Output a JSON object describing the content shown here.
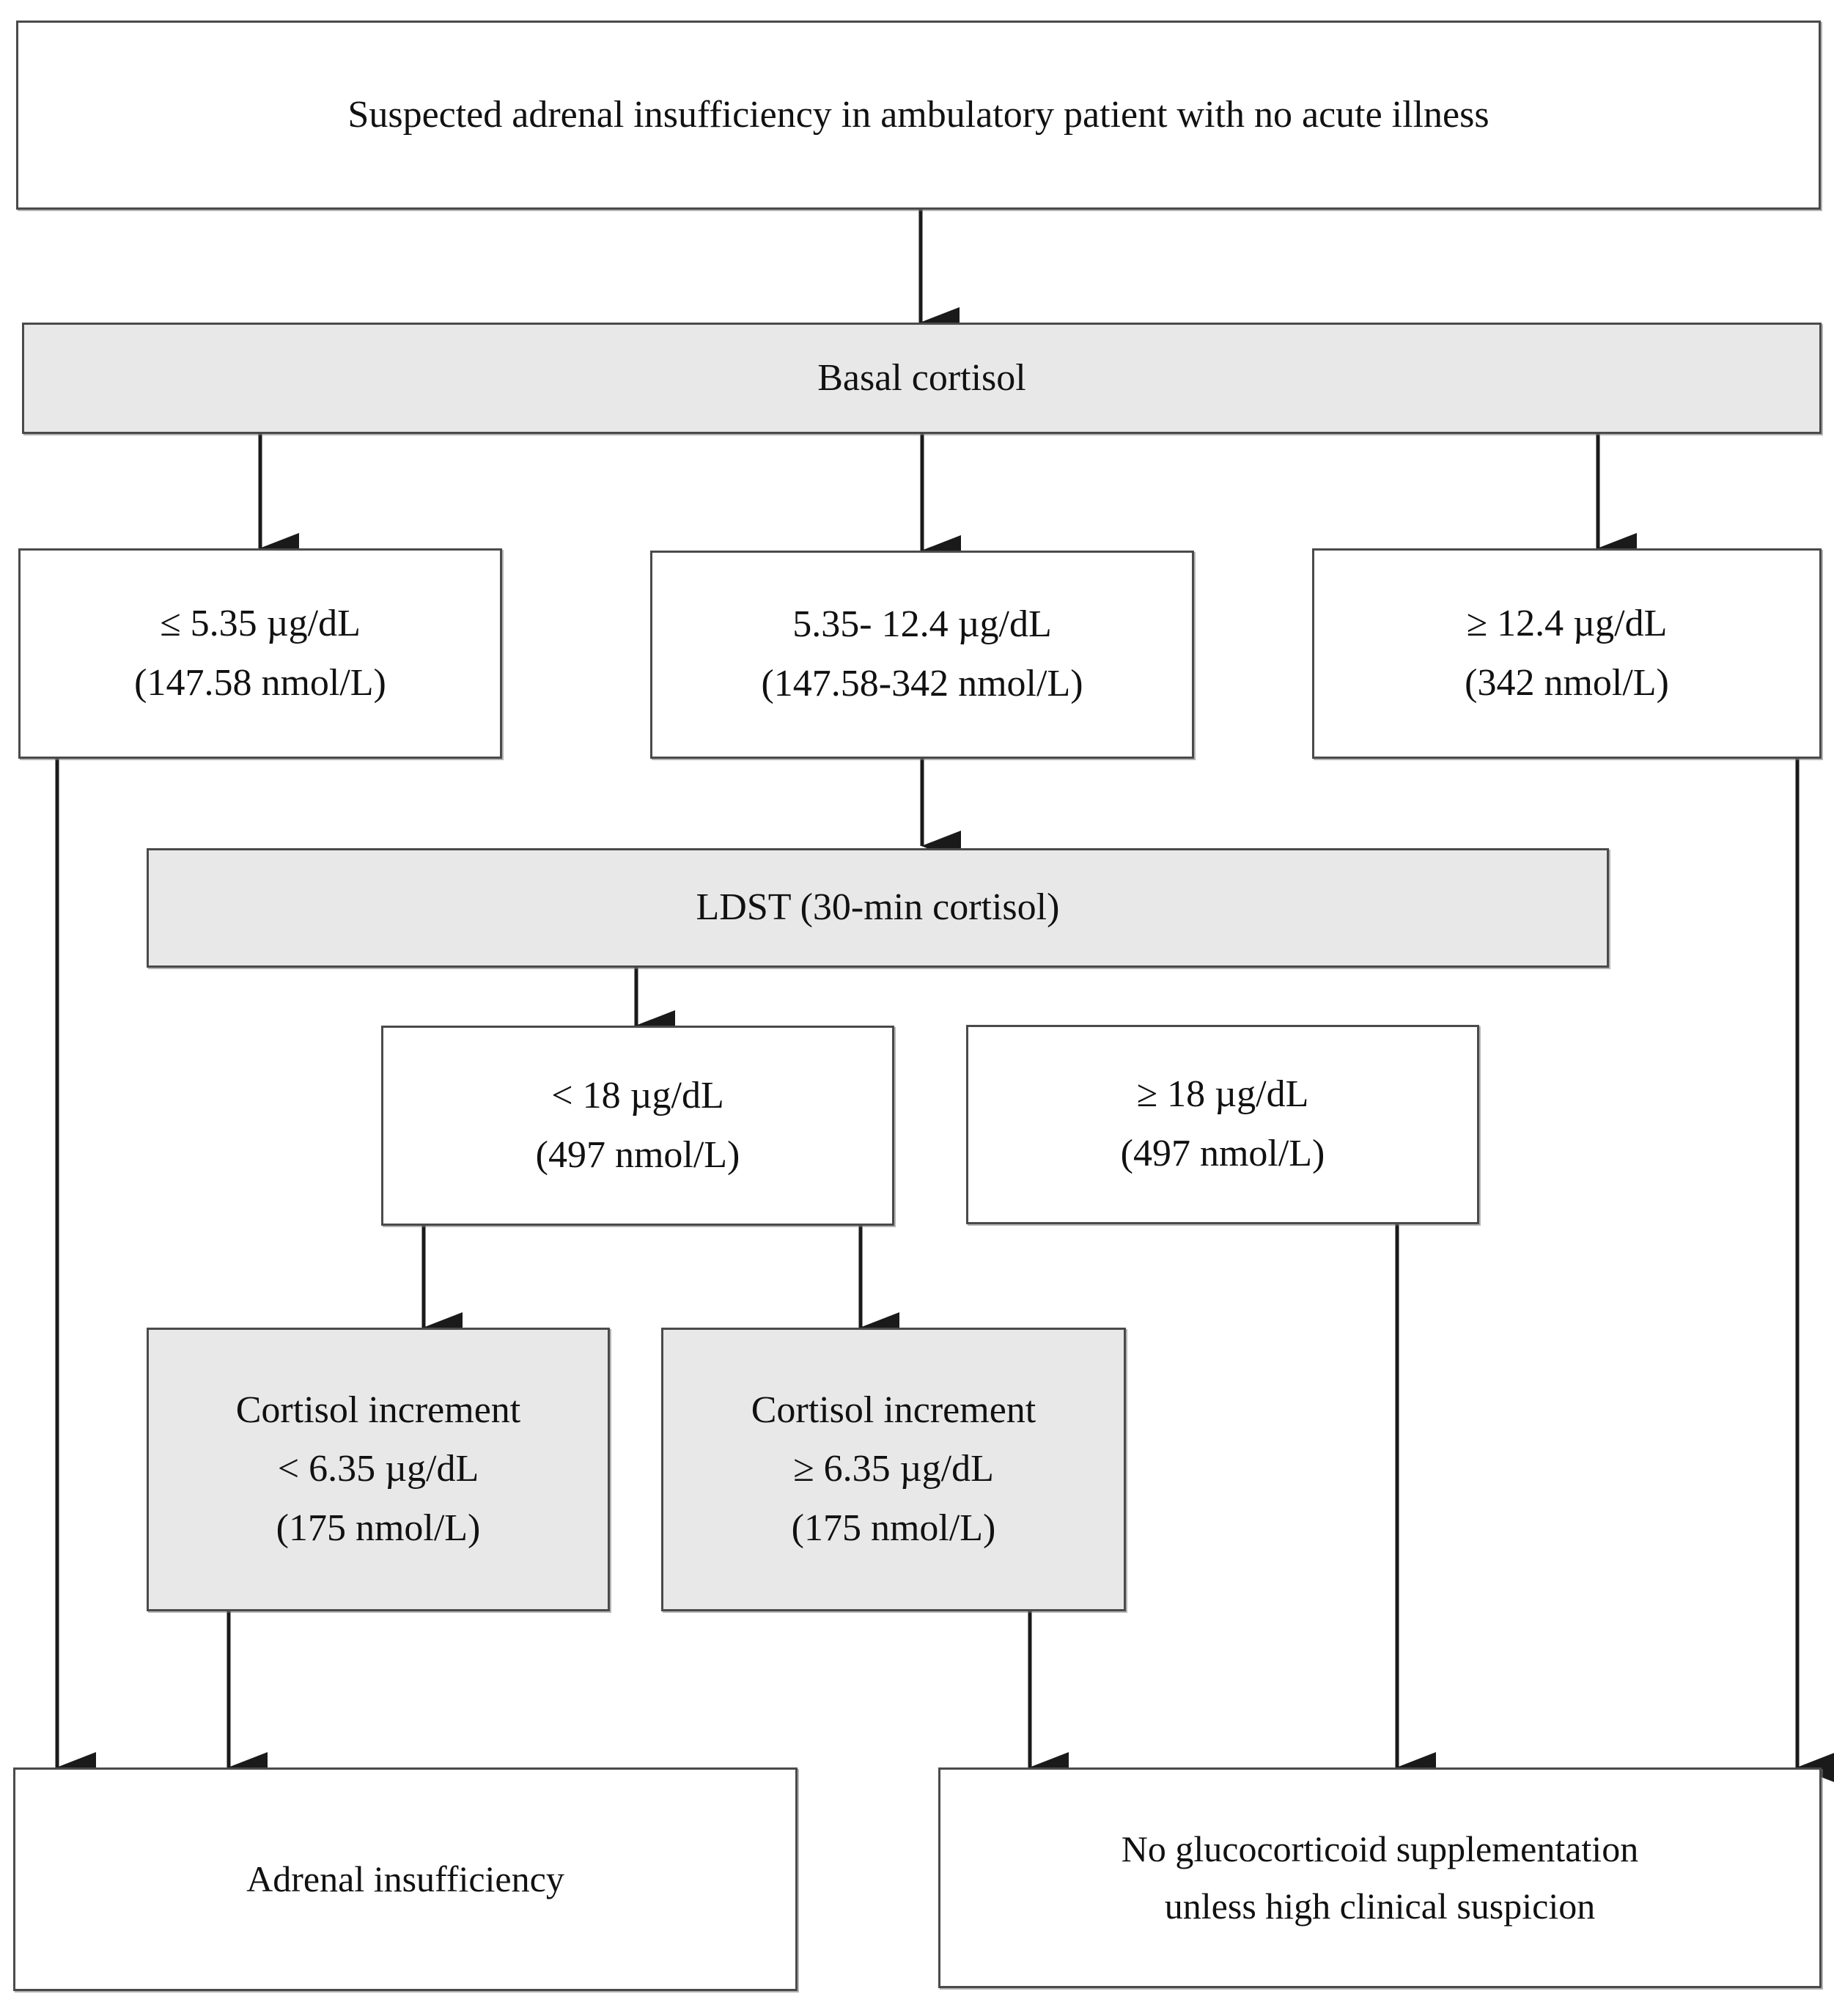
{
  "diagram": {
    "type": "flowchart",
    "title_node": {
      "id": "suspected",
      "text": "Suspected adrenal insufficiency in ambulatory patient with no acute illness",
      "fill": "#ffffff"
    },
    "nodes": [
      {
        "id": "basal-cortisol",
        "label": "Basal cortisol",
        "fill": "#e8e8e8",
        "style": "gray"
      },
      {
        "id": "basal-low",
        "line1": "≤ 5.35 µg/dL",
        "line2": "(147.58 nmol/L)",
        "fill": "#ffffff"
      },
      {
        "id": "basal-mid",
        "line1": "5.35- 12.4 µg/dL",
        "line2": "(147.58-342 nmol/L)",
        "fill": "#ffffff"
      },
      {
        "id": "basal-high",
        "line1": "≥ 12.4 µg/dL",
        "line2": "(342 nmol/L)",
        "fill": "#ffffff"
      },
      {
        "id": "ldst",
        "label": "LDST (30-min cortisol)",
        "fill": "#e8e8e8",
        "style": "gray"
      },
      {
        "id": "ldst-low",
        "line1": "< 18 µg/dL",
        "line2": "(497 nmol/L)",
        "fill": "#ffffff"
      },
      {
        "id": "ldst-high",
        "line1": "≥ 18 µg/dL",
        "line2": "(497 nmol/L)",
        "fill": "#ffffff"
      },
      {
        "id": "increment-low",
        "line1": "Cortisol increment",
        "line2": "< 6.35 µg/dL",
        "line3": "(175 nmol/L)",
        "fill": "#e8e8e8",
        "style": "gray"
      },
      {
        "id": "increment-high",
        "line1": "Cortisol increment",
        "line2": "≥ 6.35 µg/dL",
        "line3": "(175 nmol/L)",
        "fill": "#e8e8e8",
        "style": "gray"
      },
      {
        "id": "outcome-ai",
        "label": "Adrenal insufficiency",
        "fill": "#ffffff"
      },
      {
        "id": "outcome-no-gc",
        "line1": "No glucocorticoid supplementation",
        "line2": "unless high clinical suspicion",
        "fill": "#ffffff"
      }
    ],
    "edges": [
      {
        "from": "suspected",
        "to": "basal-cortisol"
      },
      {
        "from": "basal-cortisol",
        "to": "basal-low"
      },
      {
        "from": "basal-cortisol",
        "to": "basal-mid"
      },
      {
        "from": "basal-cortisol",
        "to": "basal-high"
      },
      {
        "from": "basal-mid",
        "to": "ldst"
      },
      {
        "from": "ldst",
        "to": "ldst-low"
      },
      {
        "from": "ldst-low",
        "to": "increment-low"
      },
      {
        "from": "ldst-low",
        "to": "increment-high"
      },
      {
        "from": "basal-low",
        "to": "outcome-ai"
      },
      {
        "from": "increment-low",
        "to": "outcome-ai"
      },
      {
        "from": "increment-high",
        "to": "outcome-no-gc"
      },
      {
        "from": "ldst-high",
        "to": "outcome-no-gc"
      },
      {
        "from": "basal-high",
        "to": "outcome-no-gc"
      }
    ],
    "colors": {
      "box_border": "#4a4a4a",
      "box_fill_plain": "#ffffff",
      "box_fill_shaded": "#e8e8e8",
      "arrow": "#1a1a1a",
      "background": "#ffffff"
    }
  }
}
